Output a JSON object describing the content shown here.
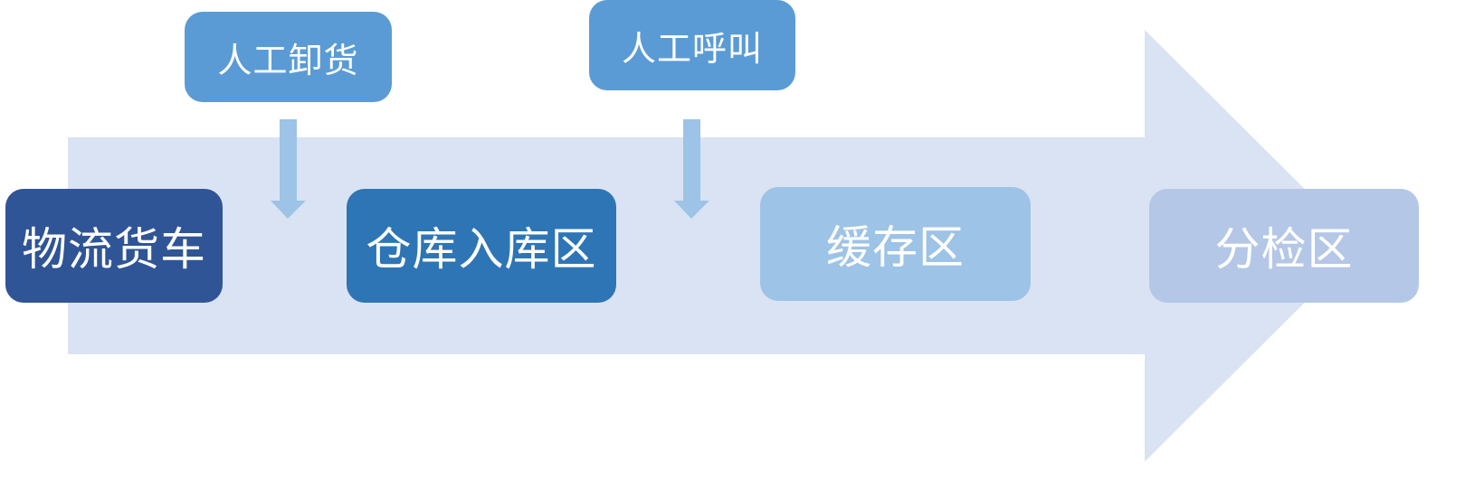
{
  "colors": {
    "background_arrow": "#dae3f3",
    "down_arrow": "#9dc3e6",
    "truck": "#2f5597",
    "inbound": "#2e75b6",
    "buffer": "#9dc3e6",
    "sorting": "#b4c7e7",
    "action": "#5b9bd5",
    "text": "#ffffff"
  },
  "stages": [
    {
      "id": "truck",
      "label": "物流货车"
    },
    {
      "id": "inbound",
      "label": "仓库入库区"
    },
    {
      "id": "buffer",
      "label": "缓存区"
    },
    {
      "id": "sorting",
      "label": "分检区"
    }
  ],
  "actions": [
    {
      "id": "unload",
      "label": "人工卸货"
    },
    {
      "id": "call",
      "label": "人工呼叫"
    }
  ]
}
